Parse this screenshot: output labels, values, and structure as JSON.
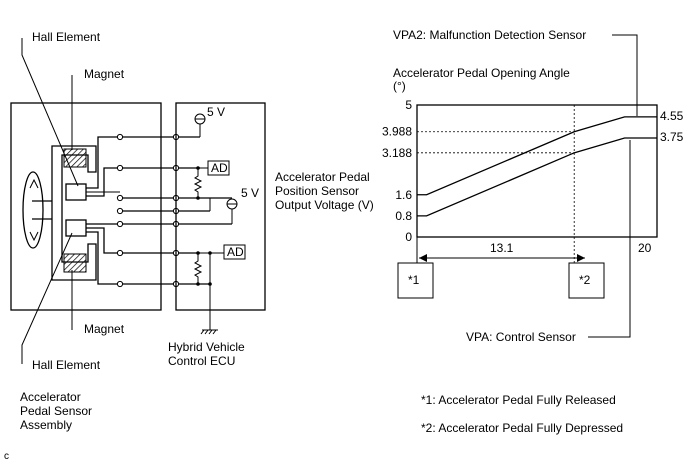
{
  "left_diagram": {
    "hall_element_top": "Hall Element",
    "magnet_top": "Magnet",
    "magnet_bottom": "Magnet",
    "hall_element_bottom": "Hall Element",
    "assembly_line1": "Accelerator",
    "assembly_line2": "Pedal Sensor",
    "assembly_line3": "Assembly",
    "ecu_line1": "Hybrid Vehicle",
    "ecu_line2": "Control ECU",
    "supply_voltage_1": "5 V",
    "supply_voltage_2": "5 V",
    "ad_top": "AD",
    "ad_bottom": "AD",
    "output_line1": "Accelerator Pedal",
    "output_line2": "Position Sensor",
    "output_line3": "Output Voltage (V)"
  },
  "chart_data": {
    "type": "line",
    "title": "VPA2: Malfunction Detection Sensor",
    "ylabel_line1": "Accelerator Pedal Opening Angle",
    "ylabel_line2": "(°)",
    "yticks": [
      "5",
      "3.988",
      "3.188",
      "1.6",
      "0.8",
      "0"
    ],
    "ylim": [
      0,
      5
    ],
    "xlim": [
      0,
      20
    ],
    "x_tick_label": "20",
    "span_label": "13.1",
    "right_labels": [
      "4.55",
      "3.75"
    ],
    "series": [
      {
        "name": "VPA2: Malfunction Detection Sensor",
        "x": [
          0,
          0.8,
          13.1,
          17.3,
          20
        ],
        "y": [
          1.6,
          1.6,
          3.988,
          4.55,
          4.55
        ]
      },
      {
        "name": "VPA: Control Sensor",
        "x": [
          0,
          0.8,
          13.1,
          17.3,
          20
        ],
        "y": [
          0.8,
          0.8,
          3.188,
          3.75,
          3.75
        ]
      }
    ],
    "vpa_label": "VPA: Control Sensor",
    "marker_1": "*1",
    "marker_2": "*2"
  },
  "notes": {
    "note1": "*1: Accelerator Pedal Fully Released",
    "note2": "*2: Accelerator Pedal Fully Depressed"
  },
  "corner_label": "c"
}
